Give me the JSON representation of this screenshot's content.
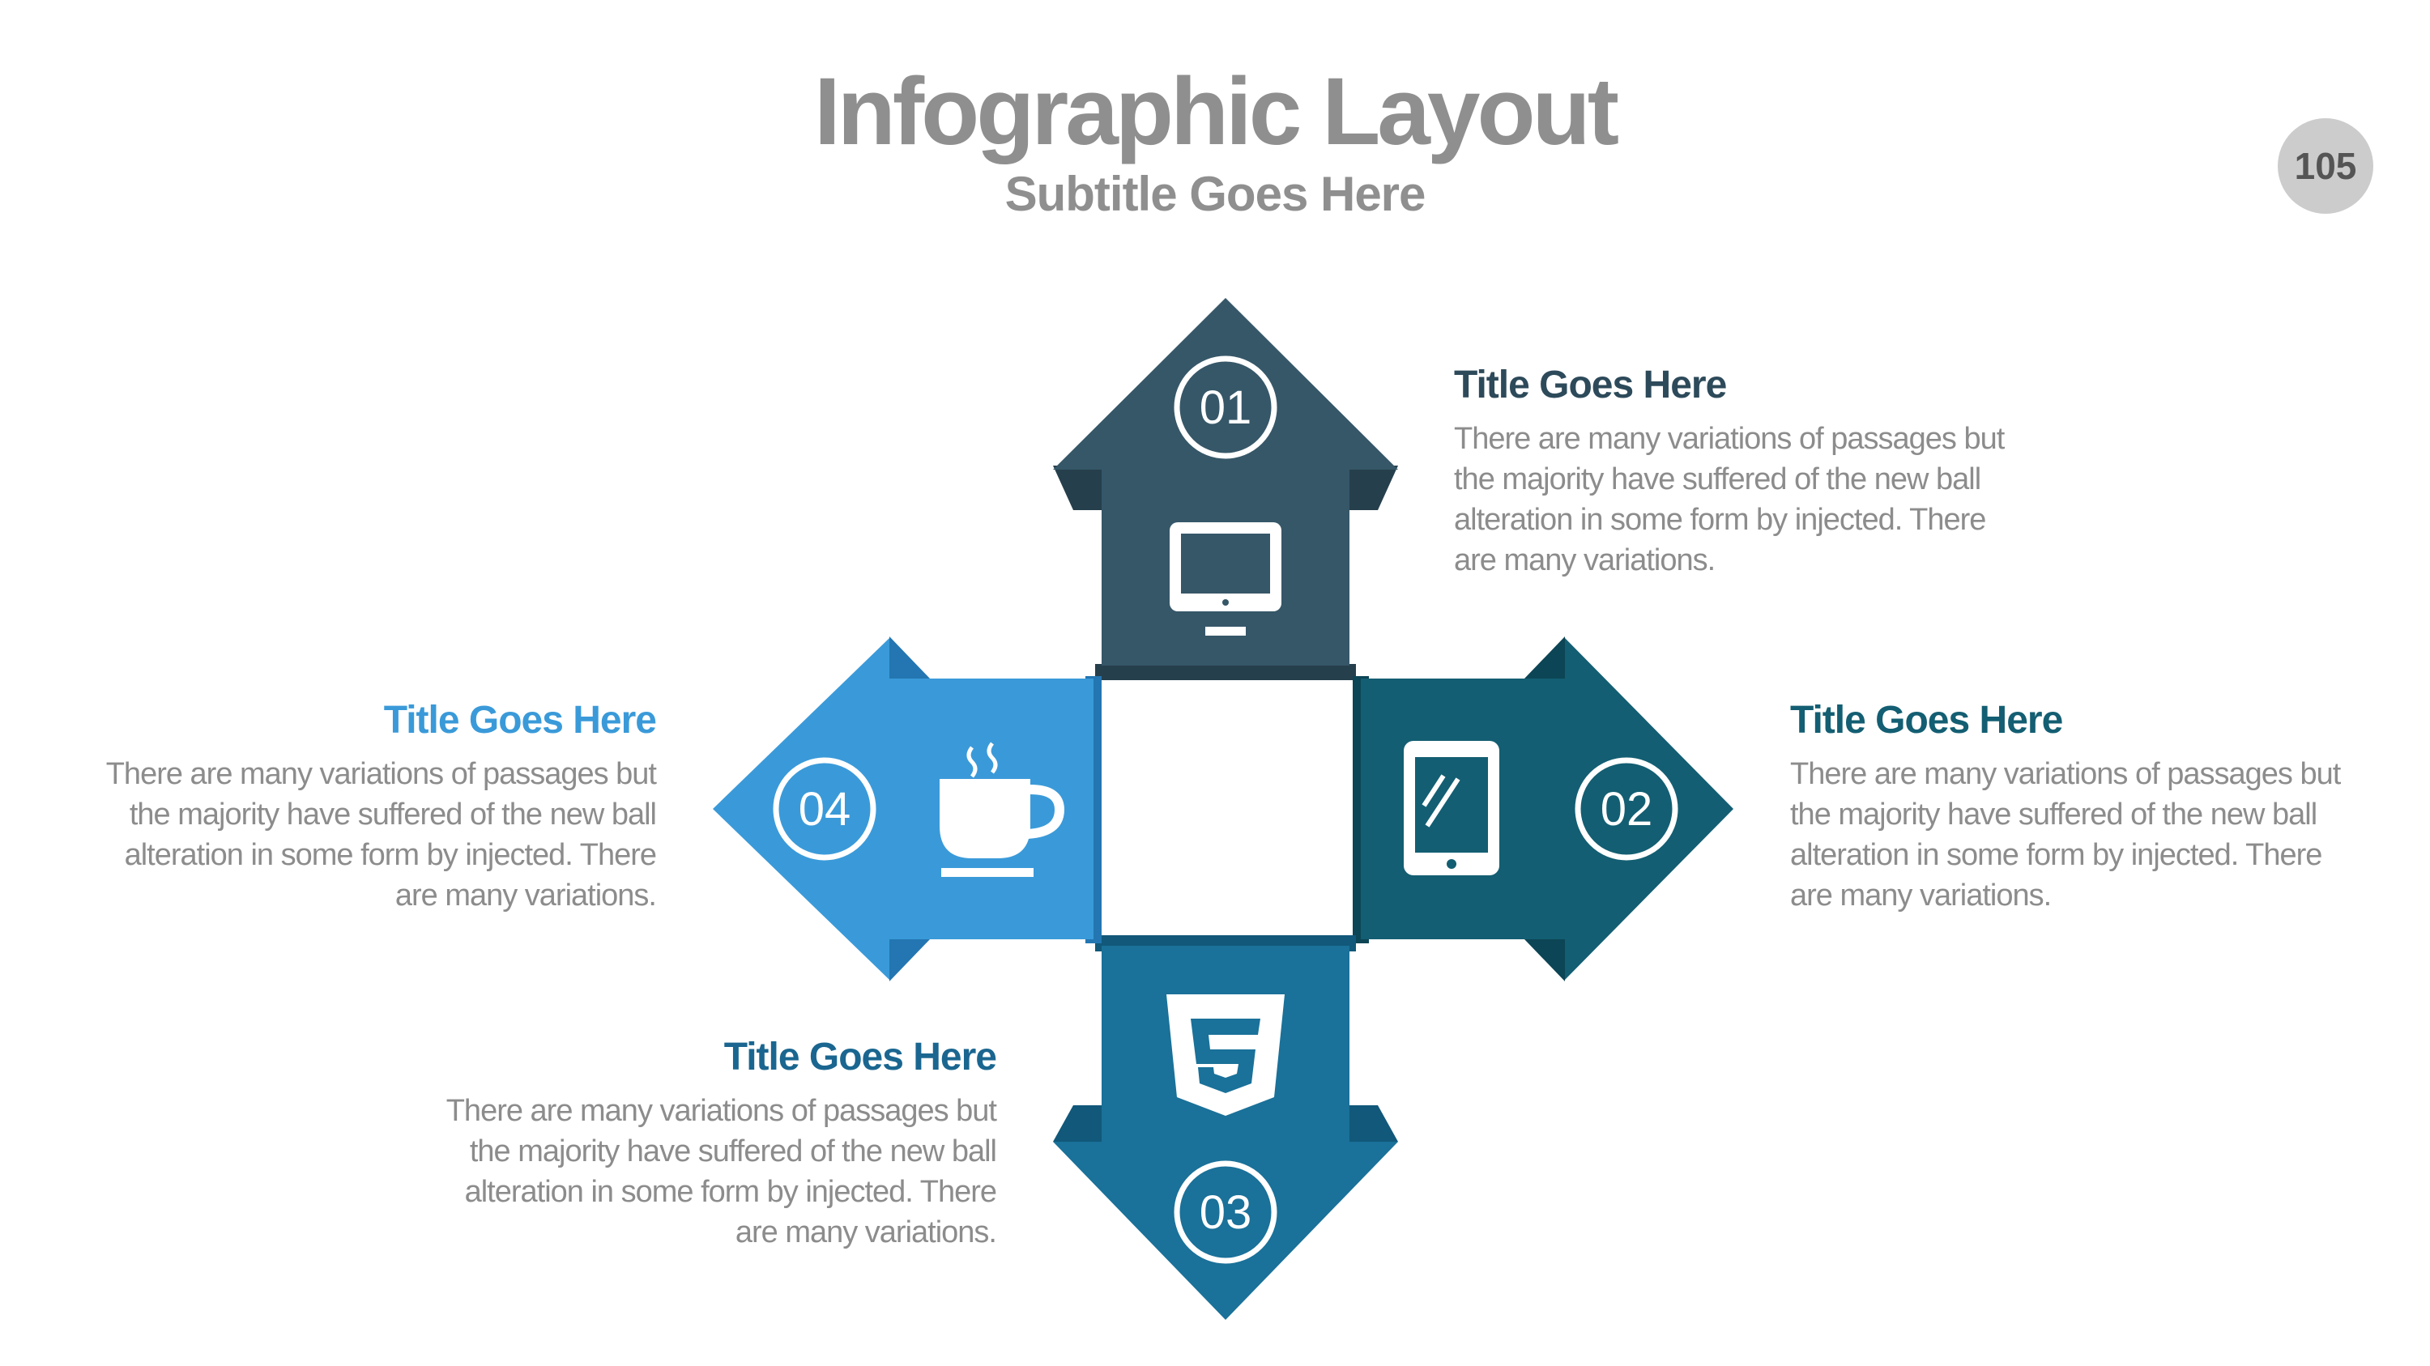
{
  "header": {
    "title": "Infographic Layout",
    "subtitle": "Subtitle Goes Here",
    "page_number": "105"
  },
  "colors": {
    "step1": "#365768",
    "step1_dark": "#263f4c",
    "step2": "#135e72",
    "step2_dark": "#0c4555",
    "step3": "#1a7199",
    "step3_dark": "#11587a",
    "step4": "#3a9ad9",
    "step4_dark": "#2376b1",
    "title_text": "#8f8f8f",
    "body_text": "#8c8c8c"
  },
  "steps": [
    {
      "number": "01",
      "icon": "monitor-icon",
      "heading": "Title Goes Here",
      "body": [
        "There are many variations of passages but",
        "the majority have  suffered of the new ball",
        "alteration in some form by injected. There",
        "are many variations."
      ],
      "heading_color": "#2d4a5a"
    },
    {
      "number": "02",
      "icon": "tablet-icon",
      "heading": "Title Goes Here",
      "body": [
        "There are many variations of passages but",
        "the majority have  suffered of the new ball",
        "alteration in some form by injected. There",
        "are many variations."
      ],
      "heading_color": "#135e72"
    },
    {
      "number": "03",
      "icon": "html5-icon",
      "heading": "Title Goes Here",
      "body": [
        "There are many variations of passages but",
        "the majority have  suffered of the new ball",
        "alteration in some form by injected. There",
        "are many variations."
      ],
      "heading_color": "#1a6690"
    },
    {
      "number": "04",
      "icon": "coffee-cup-icon",
      "heading": "Title Goes Here",
      "body": [
        "There are many variations of passages but",
        "the majority have  suffered of the new ball",
        "alteration in some form by injected. There",
        "are many variations."
      ],
      "heading_color": "#3a9ad9"
    }
  ]
}
